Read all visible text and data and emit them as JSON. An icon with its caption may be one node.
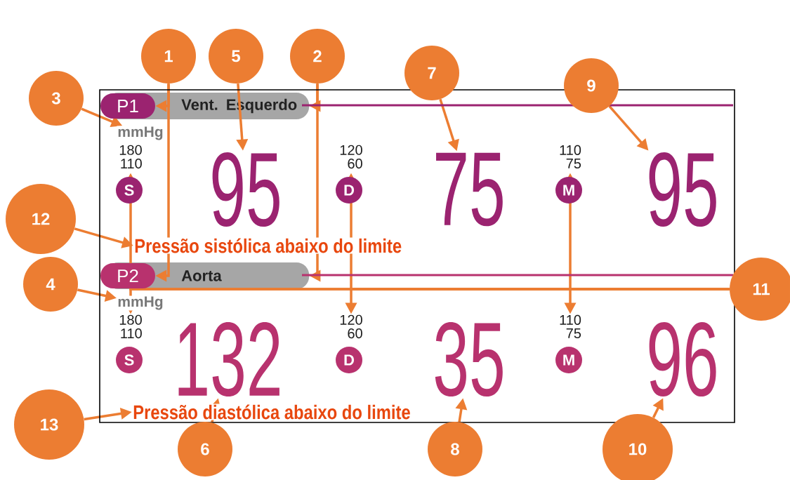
{
  "diagram": {
    "nodes": [
      {
        "text": [
          "1"
        ]
      },
      {
        "text": [
          "2"
        ]
      },
      {
        "text": [
          "3"
        ]
      },
      {
        "text": [
          "4"
        ]
      },
      {
        "text": [
          "5"
        ]
      },
      {
        "text": [
          "6"
        ]
      },
      {
        "text": [
          "7"
        ]
      },
      {
        "text": [
          "8"
        ]
      },
      {
        "text": [
          "9"
        ]
      },
      {
        "text": [
          "10"
        ]
      },
      {
        "text": [
          "11"
        ]
      },
      {
        "text": [
          "12"
        ]
      },
      {
        "text": [
          "13"
        ]
      },
      {
        "text": [
          "P1"
        ]
      },
      {
        "text": [
          "Vent. Esquerdo"
        ]
      },
      {
        "text": [
          "mmHg"
        ]
      },
      {
        "text": [
          "180",
          "110"
        ]
      },
      {
        "text": [
          "S"
        ]
      },
      {
        "text": [
          "95"
        ]
      },
      {
        "text": [
          "120",
          "60"
        ]
      },
      {
        "text": [
          "D"
        ]
      },
      {
        "text": [
          "75"
        ]
      },
      {
        "text": [
          "110",
          "75"
        ]
      },
      {
        "text": [
          "M"
        ]
      },
      {
        "text": [
          "95"
        ]
      },
      {
        "text": [
          "Pressão sistólica abaixo do limite"
        ]
      },
      {
        "text": [
          "P2"
        ]
      },
      {
        "text": [
          "Aorta"
        ]
      },
      {
        "text": [
          "mmHg"
        ]
      },
      {
        "text": [
          "180",
          "110"
        ]
      },
      {
        "text": [
          "S"
        ]
      },
      {
        "text": [
          "132"
        ]
      },
      {
        "text": [
          "120",
          "60"
        ]
      },
      {
        "text": [
          "D"
        ]
      },
      {
        "text": [
          "35"
        ]
      },
      {
        "text": [
          "110",
          "75"
        ]
      },
      {
        "text": [
          "M"
        ]
      },
      {
        "text": [
          "96"
        ]
      },
      {
        "text": [
          "Pressão diastólica abaixo do limite"
        ]
      }
    ],
    "edges": [
      {
        "from": 0,
        "to": 13,
        "arrow": "to"
      },
      {
        "from": 0,
        "to": 26,
        "arrow": "to"
      },
      {
        "from": 1,
        "to": 14,
        "arrow": "to"
      },
      {
        "from": 1,
        "to": 27,
        "arrow": "to"
      },
      {
        "from": 2,
        "to": 15,
        "arrow": "to"
      },
      {
        "from": 3,
        "to": 28,
        "arrow": "to"
      },
      {
        "from": 4,
        "to": 18,
        "arrow": "to"
      },
      {
        "from": 5,
        "to": 31,
        "arrow": "to"
      },
      {
        "from": 6,
        "to": 21,
        "arrow": "to"
      },
      {
        "from": 7,
        "to": 34,
        "arrow": "to"
      },
      {
        "from": 8,
        "to": 24,
        "arrow": "to"
      },
      {
        "from": 9,
        "to": 37,
        "arrow": "to"
      },
      {
        "from": 10,
        "to": 16,
        "arrow": "to"
      },
      {
        "from": 10,
        "to": 29,
        "arrow": "to"
      },
      {
        "from": 10,
        "to": 19,
        "arrow": "to"
      },
      {
        "from": 10,
        "to": 32,
        "arrow": "to"
      },
      {
        "from": 10,
        "to": 22,
        "arrow": "to"
      },
      {
        "from": 10,
        "to": 35,
        "arrow": "to"
      },
      {
        "from": 11,
        "to": 25,
        "arrow": "to"
      },
      {
        "from": 12,
        "to": 38,
        "arrow": "to"
      }
    ]
  }
}
